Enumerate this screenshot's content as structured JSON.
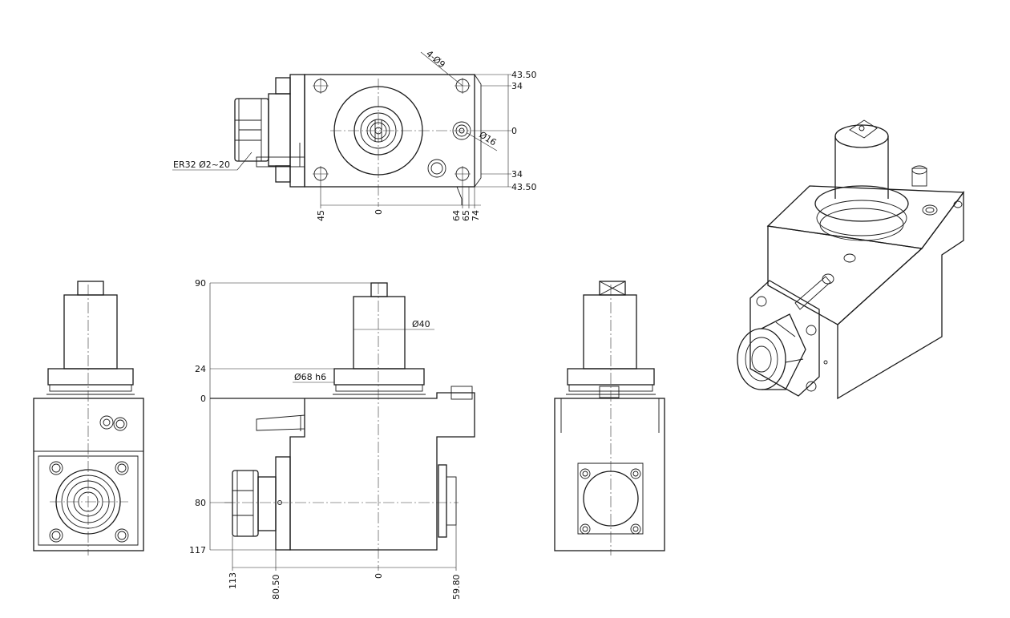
{
  "top_view": {
    "callout_holes": "4-Ø9",
    "callout_collet": "ER32 Ø2~20",
    "callout_bore": "Ø16",
    "dims_right": [
      "43.50",
      "34",
      "0",
      "34",
      "43.50"
    ],
    "dims_bottom": [
      "45",
      "0",
      "64",
      "65",
      "74"
    ]
  },
  "front_view": {
    "dims_left": [
      "90",
      "24",
      "0",
      "80",
      "117"
    ],
    "dims_bottom": [
      "113",
      "80.50",
      "0",
      "59.80"
    ],
    "callout_shank": "Ø40",
    "callout_flange": "Ø68 h6"
  }
}
